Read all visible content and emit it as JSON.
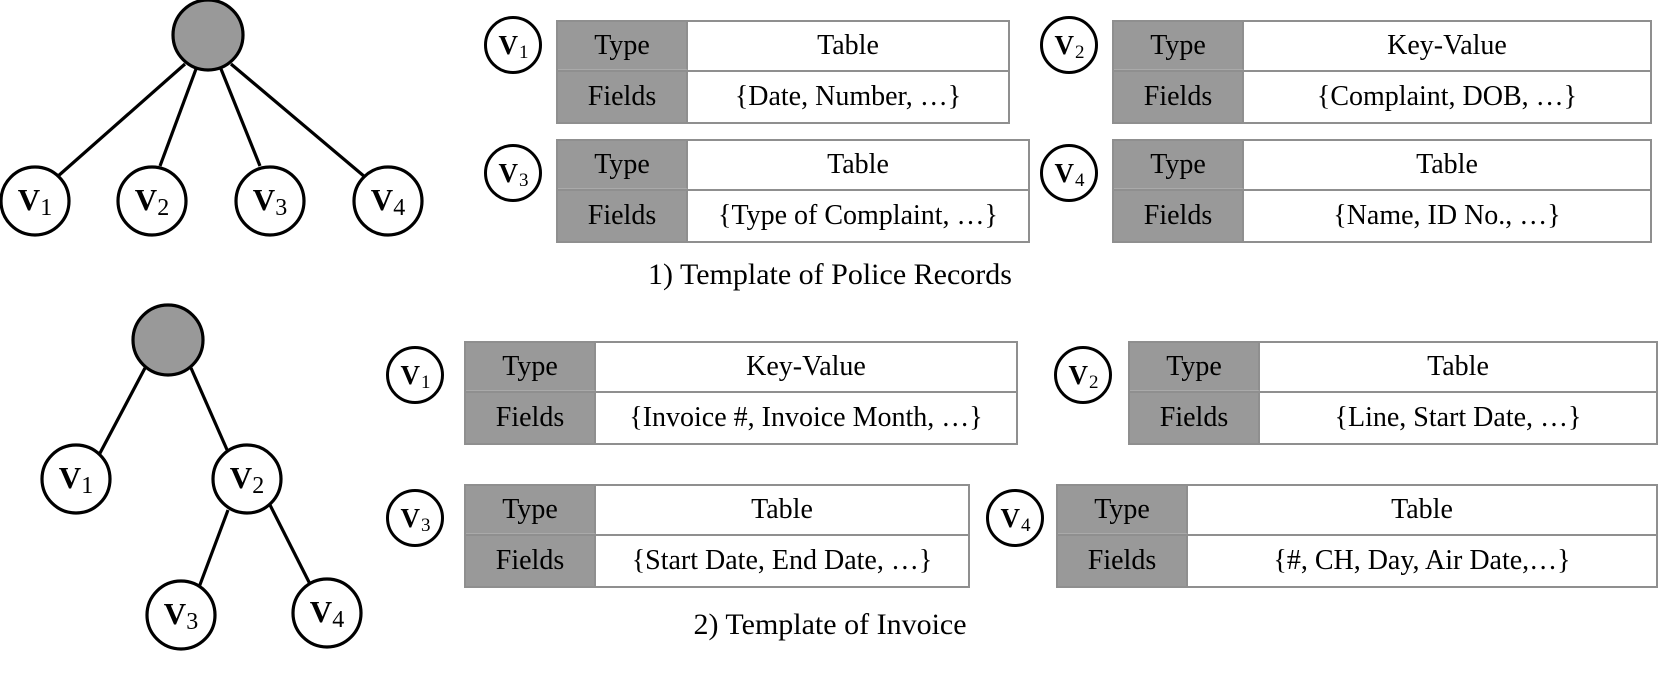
{
  "figure": {
    "panels": [
      {
        "id": "police",
        "caption": "1) Template of Police Records",
        "tree": {
          "root_label": "",
          "nodes": [
            {
              "name": "root",
              "label": "",
              "filled": true
            },
            {
              "name": "v1",
              "label": "V",
              "sub": "1",
              "filled": false
            },
            {
              "name": "v2",
              "label": "V",
              "sub": "2",
              "filled": false
            },
            {
              "name": "v3",
              "label": "V",
              "sub": "3",
              "filled": false
            },
            {
              "name": "v4",
              "label": "V",
              "sub": "4",
              "filled": false
            }
          ],
          "edges": [
            [
              "root",
              "v1"
            ],
            [
              "root",
              "v2"
            ],
            [
              "root",
              "v3"
            ],
            [
              "root",
              "v4"
            ]
          ]
        },
        "specs": [
          {
            "vertex": "V",
            "vertex_sub": "1",
            "key_type": "Type",
            "type": "Table",
            "key_fields": "Fields",
            "fields": "{Date, Number, …}"
          },
          {
            "vertex": "V",
            "vertex_sub": "2",
            "key_type": "Type",
            "type": "Key-Value",
            "key_fields": "Fields",
            "fields": "{Complaint, DOB, …}"
          },
          {
            "vertex": "V",
            "vertex_sub": "3",
            "key_type": "Type",
            "type": "Table",
            "key_fields": "Fields",
            "fields": "{Type of Complaint, …}"
          },
          {
            "vertex": "V",
            "vertex_sub": "4",
            "key_type": "Type",
            "type": "Table",
            "key_fields": "Fields",
            "fields": "{Name, ID No., …}"
          }
        ]
      },
      {
        "id": "invoice",
        "caption": "2) Template of Invoice",
        "tree": {
          "root_label": "",
          "nodes": [
            {
              "name": "root",
              "label": "",
              "filled": true
            },
            {
              "name": "v1",
              "label": "V",
              "sub": "1",
              "filled": false
            },
            {
              "name": "v2",
              "label": "V",
              "sub": "2",
              "filled": false
            },
            {
              "name": "v3",
              "label": "V",
              "sub": "3",
              "filled": false
            },
            {
              "name": "v4",
              "label": "V",
              "sub": "4",
              "filled": false
            }
          ],
          "edges": [
            [
              "root",
              "v1"
            ],
            [
              "root",
              "v2"
            ],
            [
              "v2",
              "v3"
            ],
            [
              "v2",
              "v4"
            ]
          ]
        },
        "specs": [
          {
            "vertex": "V",
            "vertex_sub": "1",
            "key_type": "Type",
            "type": "Key-Value",
            "key_fields": "Fields",
            "fields": "{Invoice #, Invoice Month, …}"
          },
          {
            "vertex": "V",
            "vertex_sub": "2",
            "key_type": "Type",
            "type": "Table",
            "key_fields": "Fields",
            "fields": "{Line, Start Date, …}"
          },
          {
            "vertex": "V",
            "vertex_sub": "3",
            "key_type": "Type",
            "type": "Table",
            "key_fields": "Fields",
            "fields": "{Start Date, End Date, …}"
          },
          {
            "vertex": "V",
            "vertex_sub": "4",
            "key_type": "Type",
            "type": "Table",
            "key_fields": "Fields",
            "fields": "{#, CH, Day, Air Date,…}"
          }
        ]
      }
    ],
    "colors": {
      "node_fill_root": "#999999",
      "node_fill_leaf": "#ffffff",
      "stroke": "#000000",
      "header_cell": "#999999",
      "table_border": "#8f8f8f",
      "value_cell": "#ffffff"
    }
  }
}
